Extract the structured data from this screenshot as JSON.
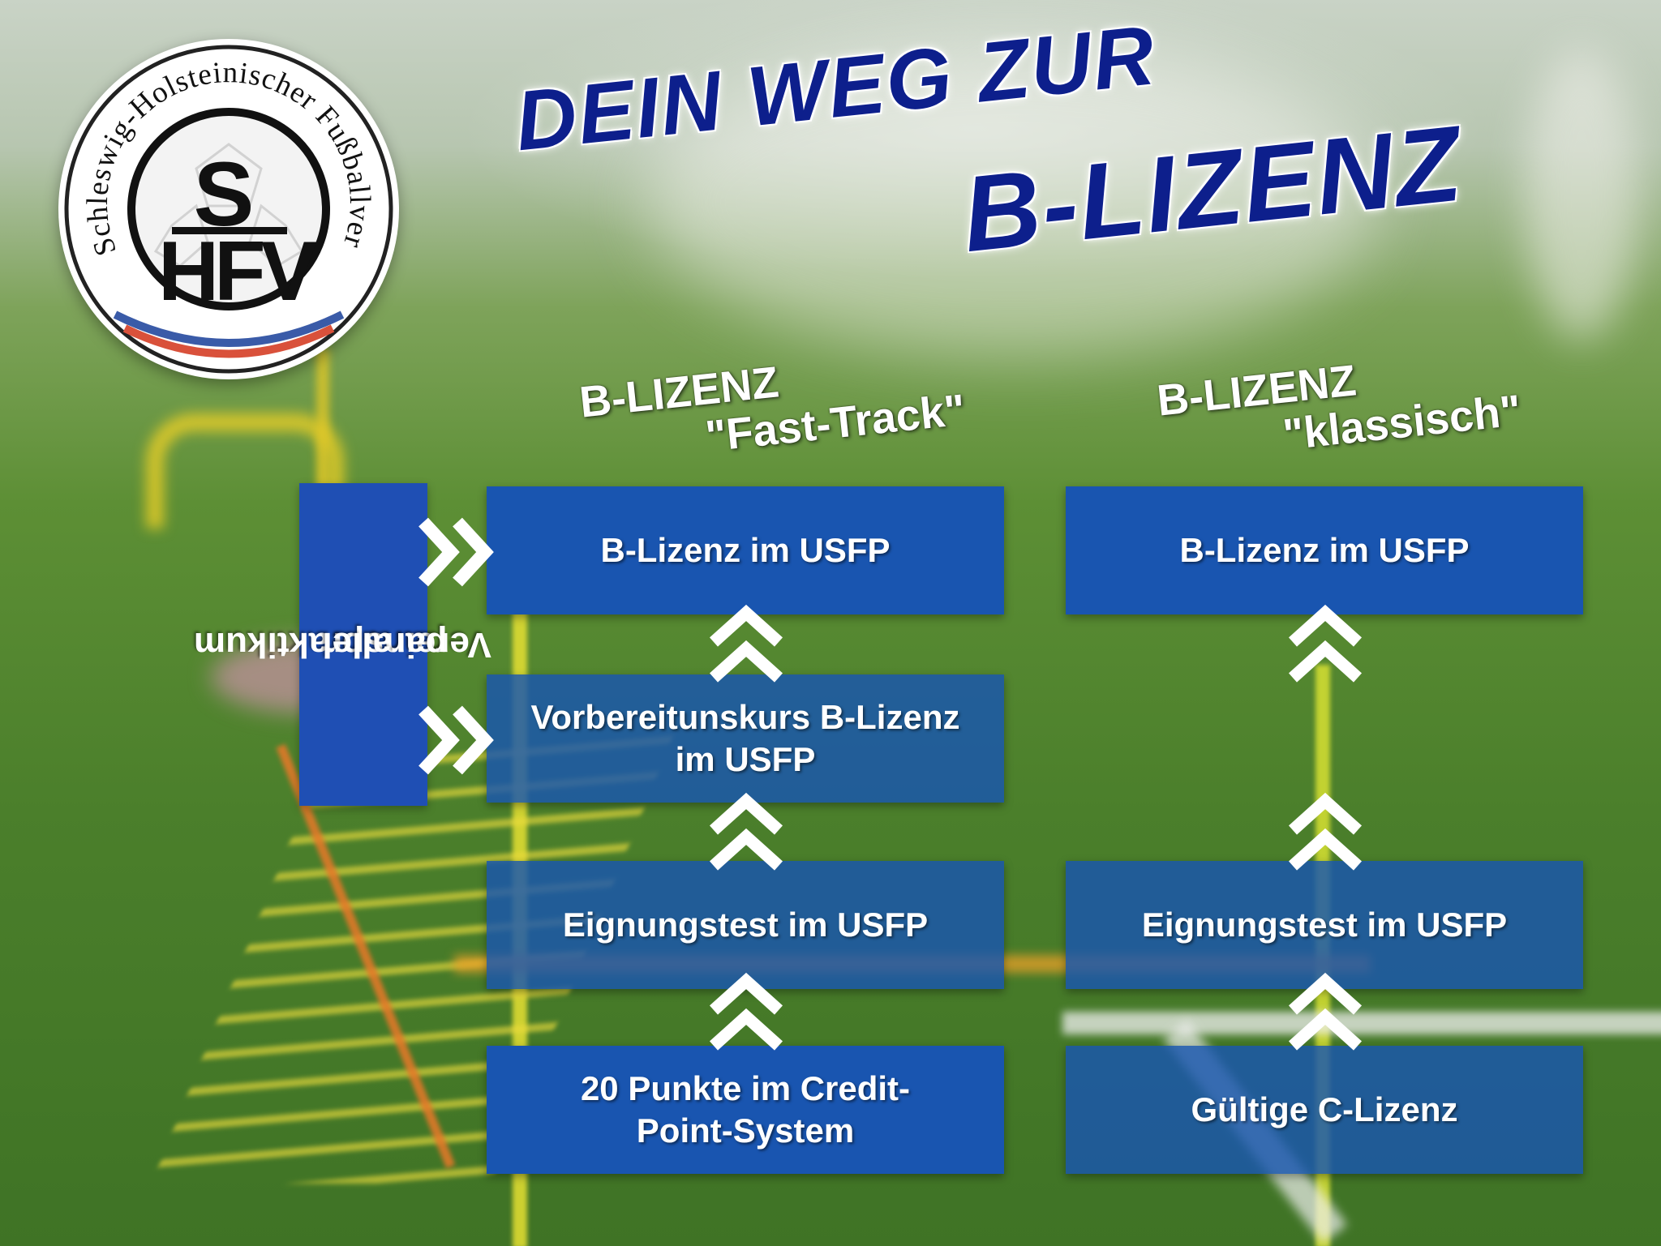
{
  "logo": {
    "ring_text": "Schleswig-Holsteinischer Fußballverband",
    "letters_top": "S",
    "letters_bottom": "HFV",
    "colors": {
      "stripe_blue": "#3a5ba8",
      "stripe_red": "#d9513b"
    }
  },
  "headline": {
    "line1": "DEIN WEG ZUR",
    "line2": "B-LIZENZ"
  },
  "columns": {
    "fast_track": {
      "title_line1": "B-LIZENZ",
      "title_line2": "\"Fast-Track\"",
      "steps": [
        "B-Lizenz im USFP",
        "Vorbereitunskurs B-Lizenz im USFP",
        "Eignungstest im USFP",
        "20 Punkte im Credit-Point-System"
      ]
    },
    "classic": {
      "title_line1": "B-LIZENZ",
      "title_line2": "\"klassisch\"",
      "steps": [
        "B-Lizenz im USFP",
        "Eignungstest im USFP",
        "Gültige C-Lizenz"
      ]
    }
  },
  "side_bar": {
    "line1": "Vereinspraktikum",
    "line2": "parallel"
  },
  "colors": {
    "headline": "#0d1f8c",
    "box": "#1955b0",
    "arrow": "#ffffff"
  }
}
